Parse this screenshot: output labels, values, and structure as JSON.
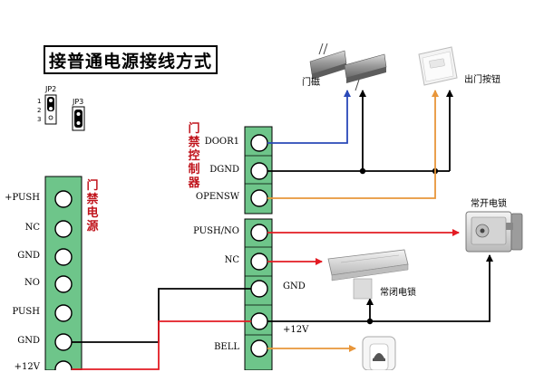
{
  "title": "接普通电源接线方式",
  "jumpers": {
    "jp2": "JP2",
    "jp3": "JP3",
    "pins": [
      "1",
      "2",
      "3"
    ]
  },
  "power_supply": {
    "vertical_label": "门禁电源",
    "terminals": [
      "+PUSH",
      "NC",
      "GND",
      "NO",
      "PUSH",
      "GND",
      "+12V"
    ]
  },
  "controller": {
    "vertical_label": "门禁控制器",
    "terminals_top": [
      "DOOR1",
      "DGND",
      "OPENSW"
    ],
    "terminals_bottom": [
      "PUSH/NO",
      "NC",
      "GND",
      "+12V",
      "BELL"
    ],
    "gnd_label": "GND",
    "v12_label": "+12V"
  },
  "devices": {
    "door_magnet": "门磁",
    "exit_button": "出门按钮",
    "normally_open_lock": "常开电锁",
    "normally_closed_lock": "常闭电锁"
  },
  "colors": {
    "red": "#e31b23",
    "blue": "#2a49b8",
    "orange": "#e8963a",
    "green": "#6ec58a",
    "black": "#000000"
  }
}
